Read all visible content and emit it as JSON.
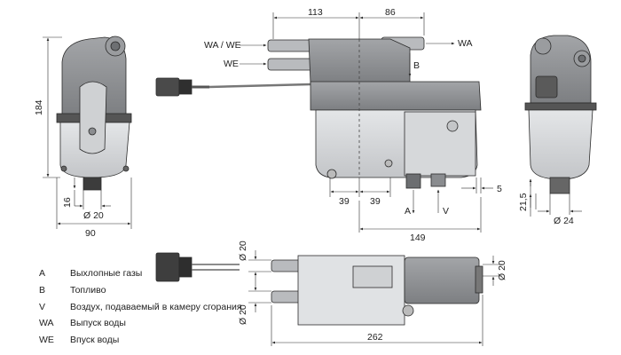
{
  "dimensions": {
    "top_left_113": "113",
    "top_right_86": "86",
    "left_height_184": "184",
    "left_16": "16",
    "left_dia_20": "Ø 20",
    "left_width_90": "90",
    "mid_39_a": "39",
    "mid_39_b": "39",
    "mid_5": "5",
    "mid_149": "149",
    "right_21_5": "21,5",
    "right_dia_24": "Ø 24",
    "bottom_dia_20_top": "Ø 20",
    "bottom_dia_20_right": "Ø 20",
    "bottom_dia_20_bottom": "Ø 20",
    "bottom_262": "262"
  },
  "port_labels": {
    "wa_we": "WA / WE",
    "we": "WE",
    "wa": "WA",
    "b": "B",
    "a": "A",
    "v": "V"
  },
  "legend": [
    {
      "key": "A",
      "desc": "Выхлопные газы"
    },
    {
      "key": "B",
      "desc": "Топливо"
    },
    {
      "key": "V",
      "desc": "Воздух, подаваемый в камеру сгорания"
    },
    {
      "key": "WA",
      "desc": "Выпуск воды"
    },
    {
      "key": "WE",
      "desc": "Впуск воды"
    }
  ],
  "colors": {
    "body_dark": "#8f9194",
    "body_mid": "#b4b6b9",
    "body_light": "#d8dadc",
    "line": "#2b2b2b"
  }
}
